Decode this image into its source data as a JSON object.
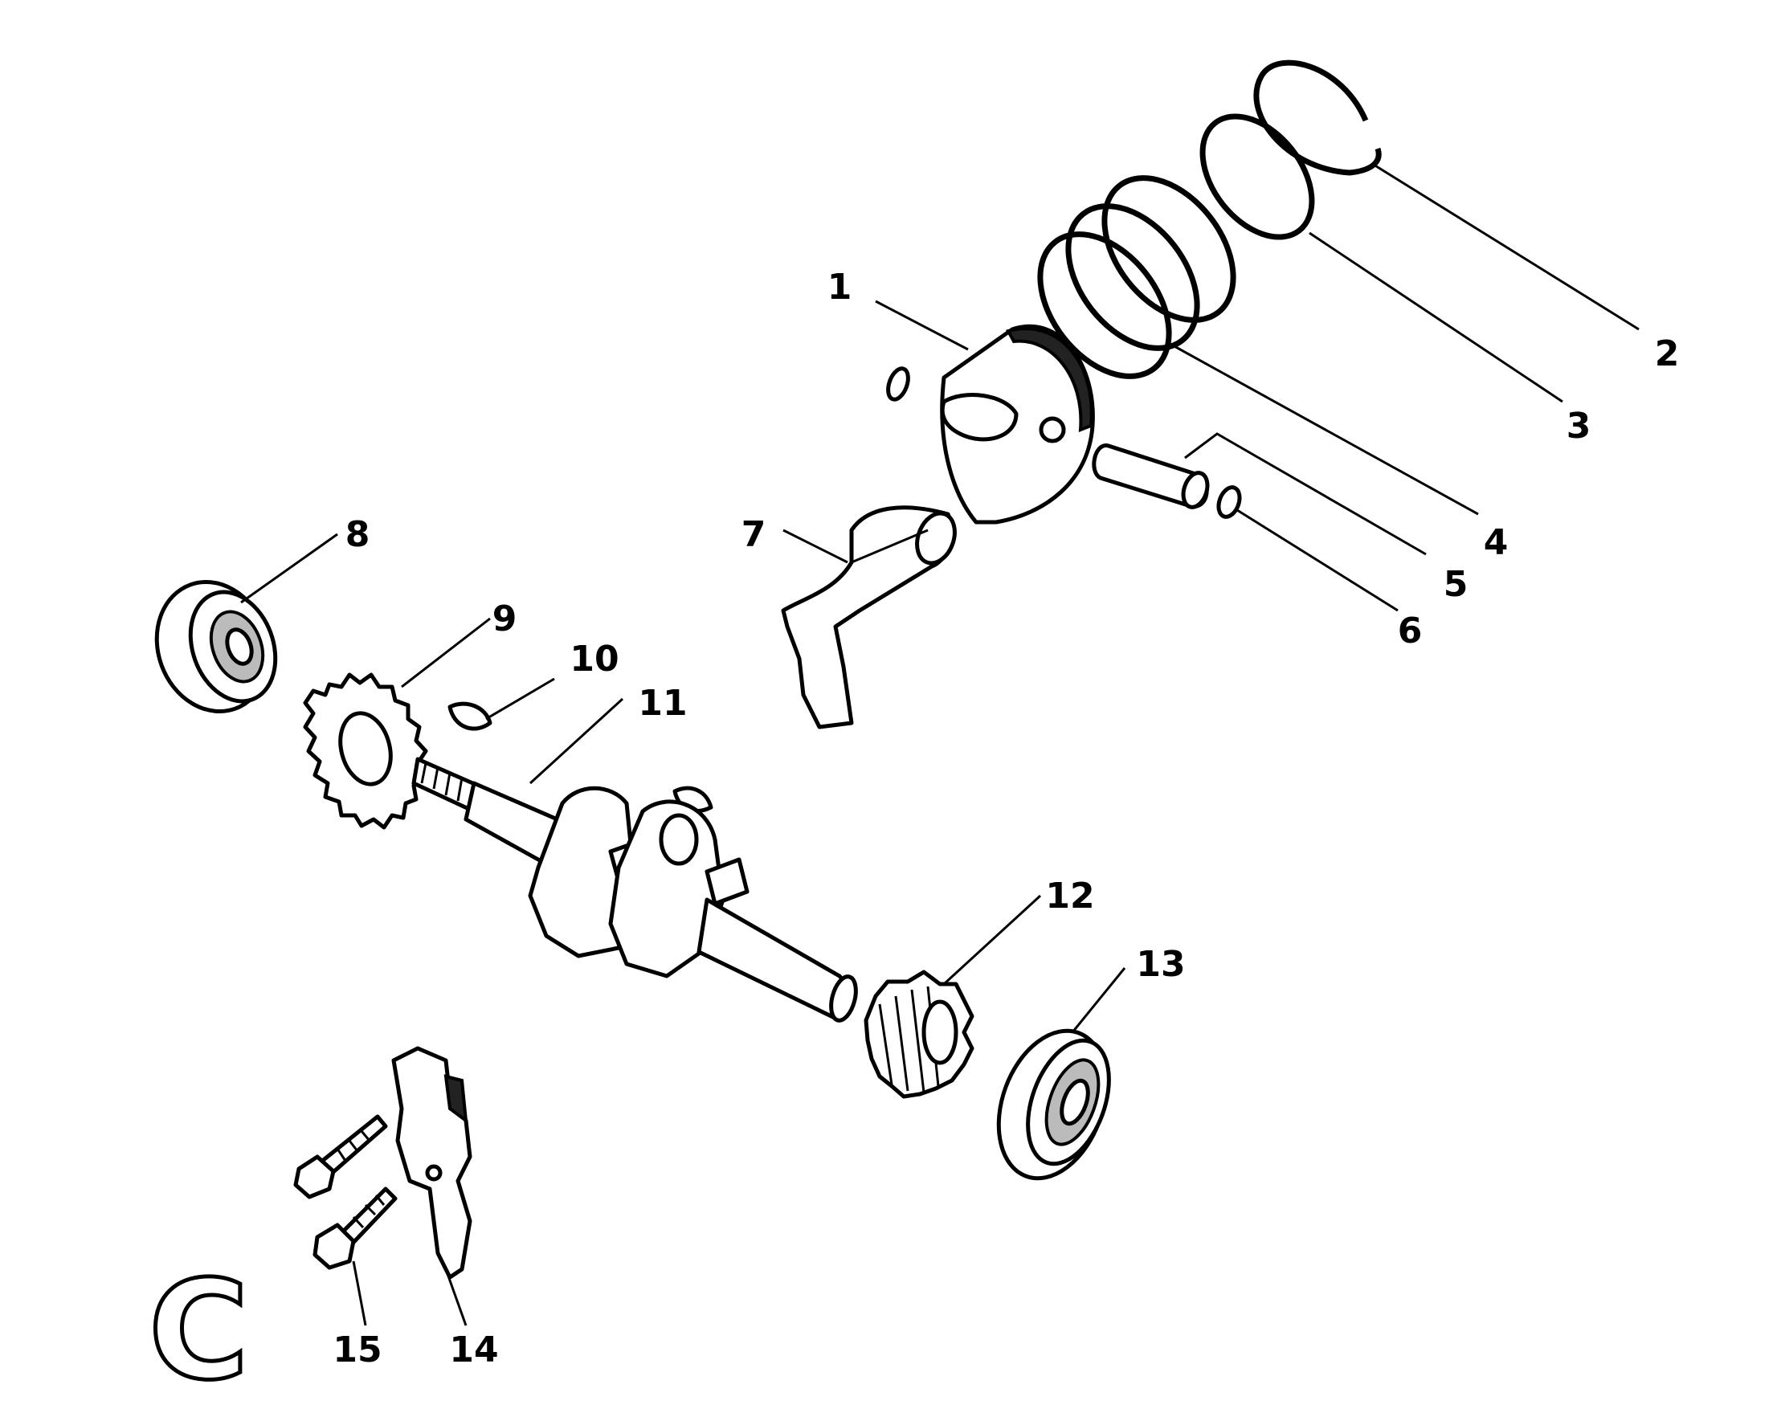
{
  "diagram": {
    "section_letter": "C",
    "callouts": [
      {
        "id": "1",
        "label": "1"
      },
      {
        "id": "2",
        "label": "2"
      },
      {
        "id": "3",
        "label": "3"
      },
      {
        "id": "4",
        "label": "4"
      },
      {
        "id": "5",
        "label": "5"
      },
      {
        "id": "6",
        "label": "6"
      },
      {
        "id": "7",
        "label": "7"
      },
      {
        "id": "8",
        "label": "8"
      },
      {
        "id": "9",
        "label": "9"
      },
      {
        "id": "10",
        "label": "10"
      },
      {
        "id": "11",
        "label": "11"
      },
      {
        "id": "12",
        "label": "12"
      },
      {
        "id": "13",
        "label": "13"
      },
      {
        "id": "14",
        "label": "14"
      },
      {
        "id": "15",
        "label": "15"
      }
    ]
  }
}
